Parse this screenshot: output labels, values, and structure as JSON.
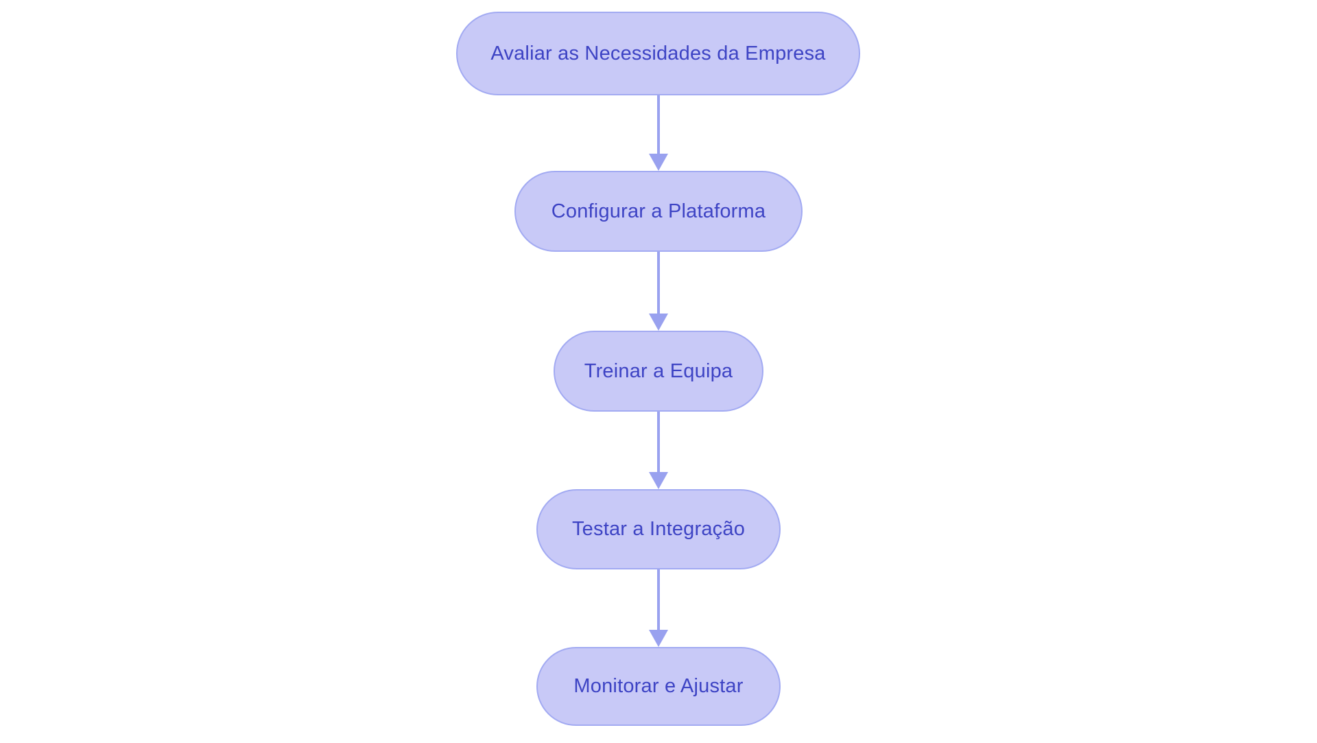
{
  "flowchart": {
    "title": "",
    "type": "vertical-flowchart",
    "colors": {
      "background": "#ffffff",
      "node_fill": "#c8c9f7",
      "node_border": "#a2aaf2",
      "node_text": "#3d43c4",
      "arrow": "#99a1ef"
    },
    "steps": [
      {
        "label": "Avaliar as Necessidades da Empresa"
      },
      {
        "label": "Configurar a Plataforma"
      },
      {
        "label": "Treinar a Equipa"
      },
      {
        "label": "Testar a Integração"
      },
      {
        "label": "Monitorar e Ajustar"
      }
    ],
    "connections": [
      {
        "from": 0,
        "to": 1
      },
      {
        "from": 1,
        "to": 2
      },
      {
        "from": 2,
        "to": 3
      },
      {
        "from": 3,
        "to": 4
      }
    ]
  }
}
